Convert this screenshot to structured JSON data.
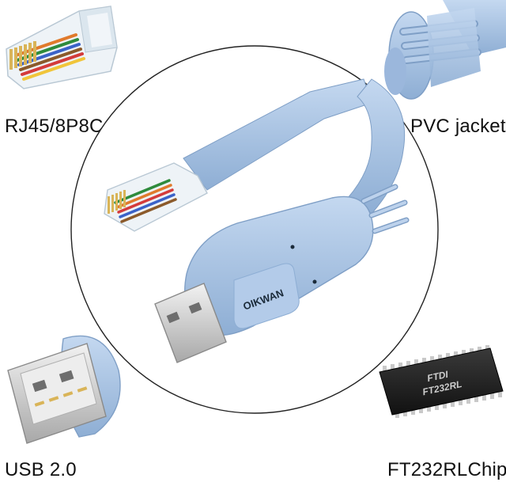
{
  "labels": {
    "rj45": "RJ45/8P8C",
    "pvc": "PVC jacket",
    "usb": "USB 2.0",
    "chip": "FT232RLChip"
  },
  "product": {
    "brand": "OIKWAN",
    "chip_marking_line1": "FTDI",
    "chip_marking_line2": "FT232RL"
  },
  "colors": {
    "cable_blue": "#a9c4e6",
    "cable_shadow": "#7f9fc6",
    "usb_metal": "#d8d8d8",
    "chip_body": "#1e1e1e",
    "chip_pins": "#c9c9c9"
  }
}
